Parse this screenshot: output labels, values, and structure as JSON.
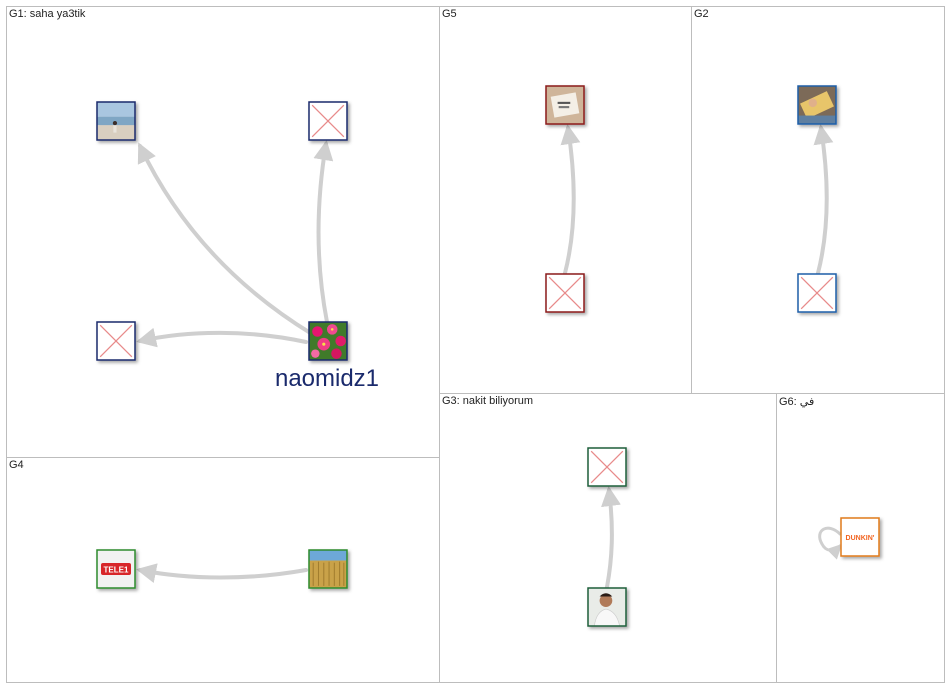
{
  "groups": [
    {
      "id": "G1",
      "title": "G1: saha ya3tik"
    },
    {
      "id": "G5",
      "title": "G5"
    },
    {
      "id": "G2",
      "title": "G2"
    },
    {
      "id": "G4",
      "title": "G4"
    },
    {
      "id": "G3",
      "title": "G3: nakit biliyorum"
    },
    {
      "id": "G6",
      "title": "G6: في"
    }
  ],
  "nodes": [
    {
      "id": "g1-beach",
      "group": "G1",
      "image": "beach-photo",
      "border": "#1a2a6c"
    },
    {
      "id": "g1-broken-top",
      "group": "G1",
      "image": "broken-image",
      "border": "#1a2a6c"
    },
    {
      "id": "g1-broken-left",
      "group": "G1",
      "image": "broken-image",
      "border": "#1a2a6c"
    },
    {
      "id": "g1-naomidz1",
      "group": "G1",
      "image": "pink-flowers-photo",
      "border": "#1a2a6c",
      "label": "naomidz1"
    },
    {
      "id": "g5-paper",
      "group": "G5",
      "image": "paper-note-photo",
      "border": "#8b1a1a"
    },
    {
      "id": "g5-broken",
      "group": "G5",
      "image": "broken-image",
      "border": "#8b1a1a"
    },
    {
      "id": "g2-photo",
      "group": "G2",
      "image": "person-photo",
      "border": "#1f5fa8"
    },
    {
      "id": "g2-broken",
      "group": "G2",
      "image": "broken-image",
      "border": "#1f5fa8"
    },
    {
      "id": "g4-tele1",
      "group": "G4",
      "image": "tele1-logo",
      "border": "#2e8b2e",
      "logo_text": "TELE1"
    },
    {
      "id": "g4-wheat",
      "group": "G4",
      "image": "wheat-field-photo",
      "border": "#2e8b2e"
    },
    {
      "id": "g3-broken",
      "group": "G3",
      "image": "broken-image",
      "border": "#1e5e3a"
    },
    {
      "id": "g3-man",
      "group": "G3",
      "image": "man-photo",
      "border": "#1e5e3a"
    },
    {
      "id": "g6-dunkin",
      "group": "G6",
      "image": "dunkin-logo",
      "border": "#e07a1a",
      "logo_text": "DUNKIN'"
    }
  ],
  "edges": [
    {
      "from": "g1-naomidz1",
      "to": "g1-beach"
    },
    {
      "from": "g1-naomidz1",
      "to": "g1-broken-top"
    },
    {
      "from": "g1-naomidz1",
      "to": "g1-broken-left"
    },
    {
      "from": "g5-broken",
      "to": "g5-paper"
    },
    {
      "from": "g2-broken",
      "to": "g2-photo"
    },
    {
      "from": "g4-wheat",
      "to": "g4-tele1"
    },
    {
      "from": "g3-man",
      "to": "g3-broken"
    },
    {
      "from": "g6-dunkin",
      "to": "g6-dunkin",
      "self_loop": true
    }
  ],
  "colors": {
    "edge": "#cfcfcf",
    "label": "#1a2a6c",
    "panel_border": "#bdbdbd"
  }
}
